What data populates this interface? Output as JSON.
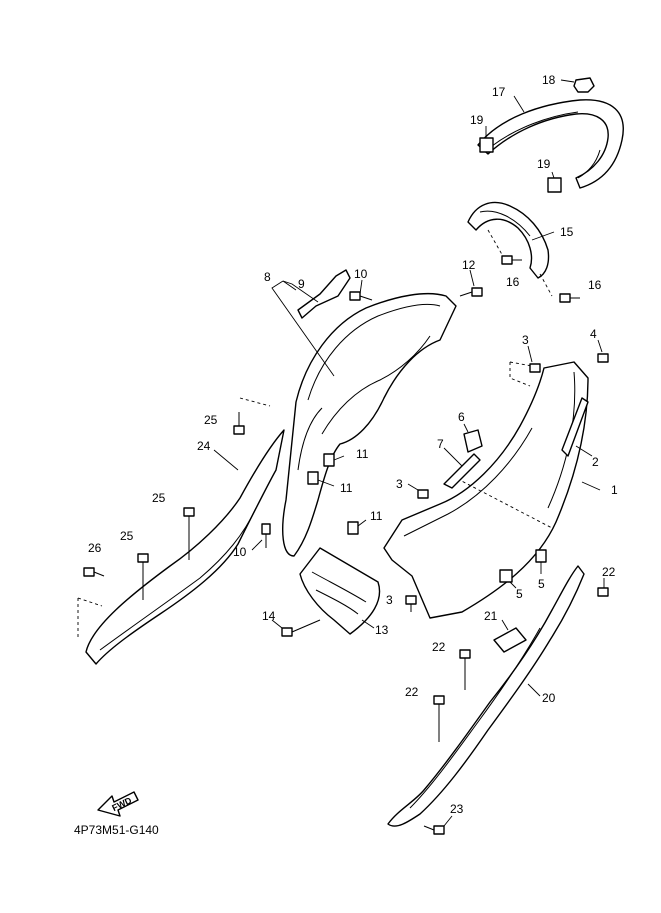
{
  "diagram_code": "4P73M51-G140",
  "fwd_label": "FWD",
  "callouts": {
    "c1": "1",
    "c2": "2",
    "c3a": "3",
    "c3b": "3",
    "c3c": "3",
    "c4": "4",
    "c5a": "5",
    "c5b": "5",
    "c6": "6",
    "c7": "7",
    "c8": "8",
    "c9": "9",
    "c10a": "10",
    "c10b": "10",
    "c11a": "11",
    "c11b": "11",
    "c11c": "11",
    "c12": "12",
    "c13": "13",
    "c14": "14",
    "c15": "15",
    "c16a": "16",
    "c16b": "16",
    "c17": "17",
    "c18": "18",
    "c19a": "19",
    "c19b": "19",
    "c20": "20",
    "c21": "21",
    "c22a": "22",
    "c22b": "22",
    "c22c": "22",
    "c23": "23",
    "c24": "24",
    "c25a": "25",
    "c25b": "25",
    "c25c": "25",
    "c26": "26"
  }
}
